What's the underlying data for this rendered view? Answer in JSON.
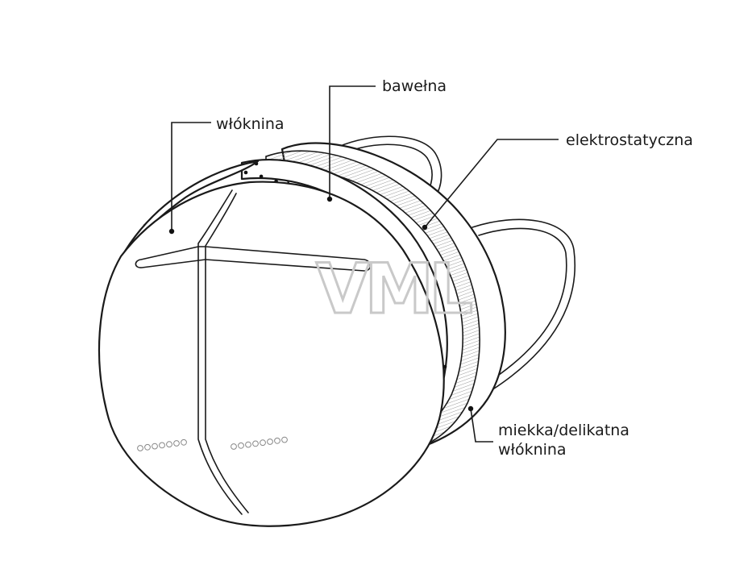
{
  "diagram": {
    "watermark": "VML",
    "labels": {
      "bawelna": "bawełna",
      "wloknina": "włóknina",
      "elektrostatyczna": "elektrostatyczna",
      "miekka_line1": "miekka/delikatna",
      "miekka_line2": "włóknina"
    }
  }
}
